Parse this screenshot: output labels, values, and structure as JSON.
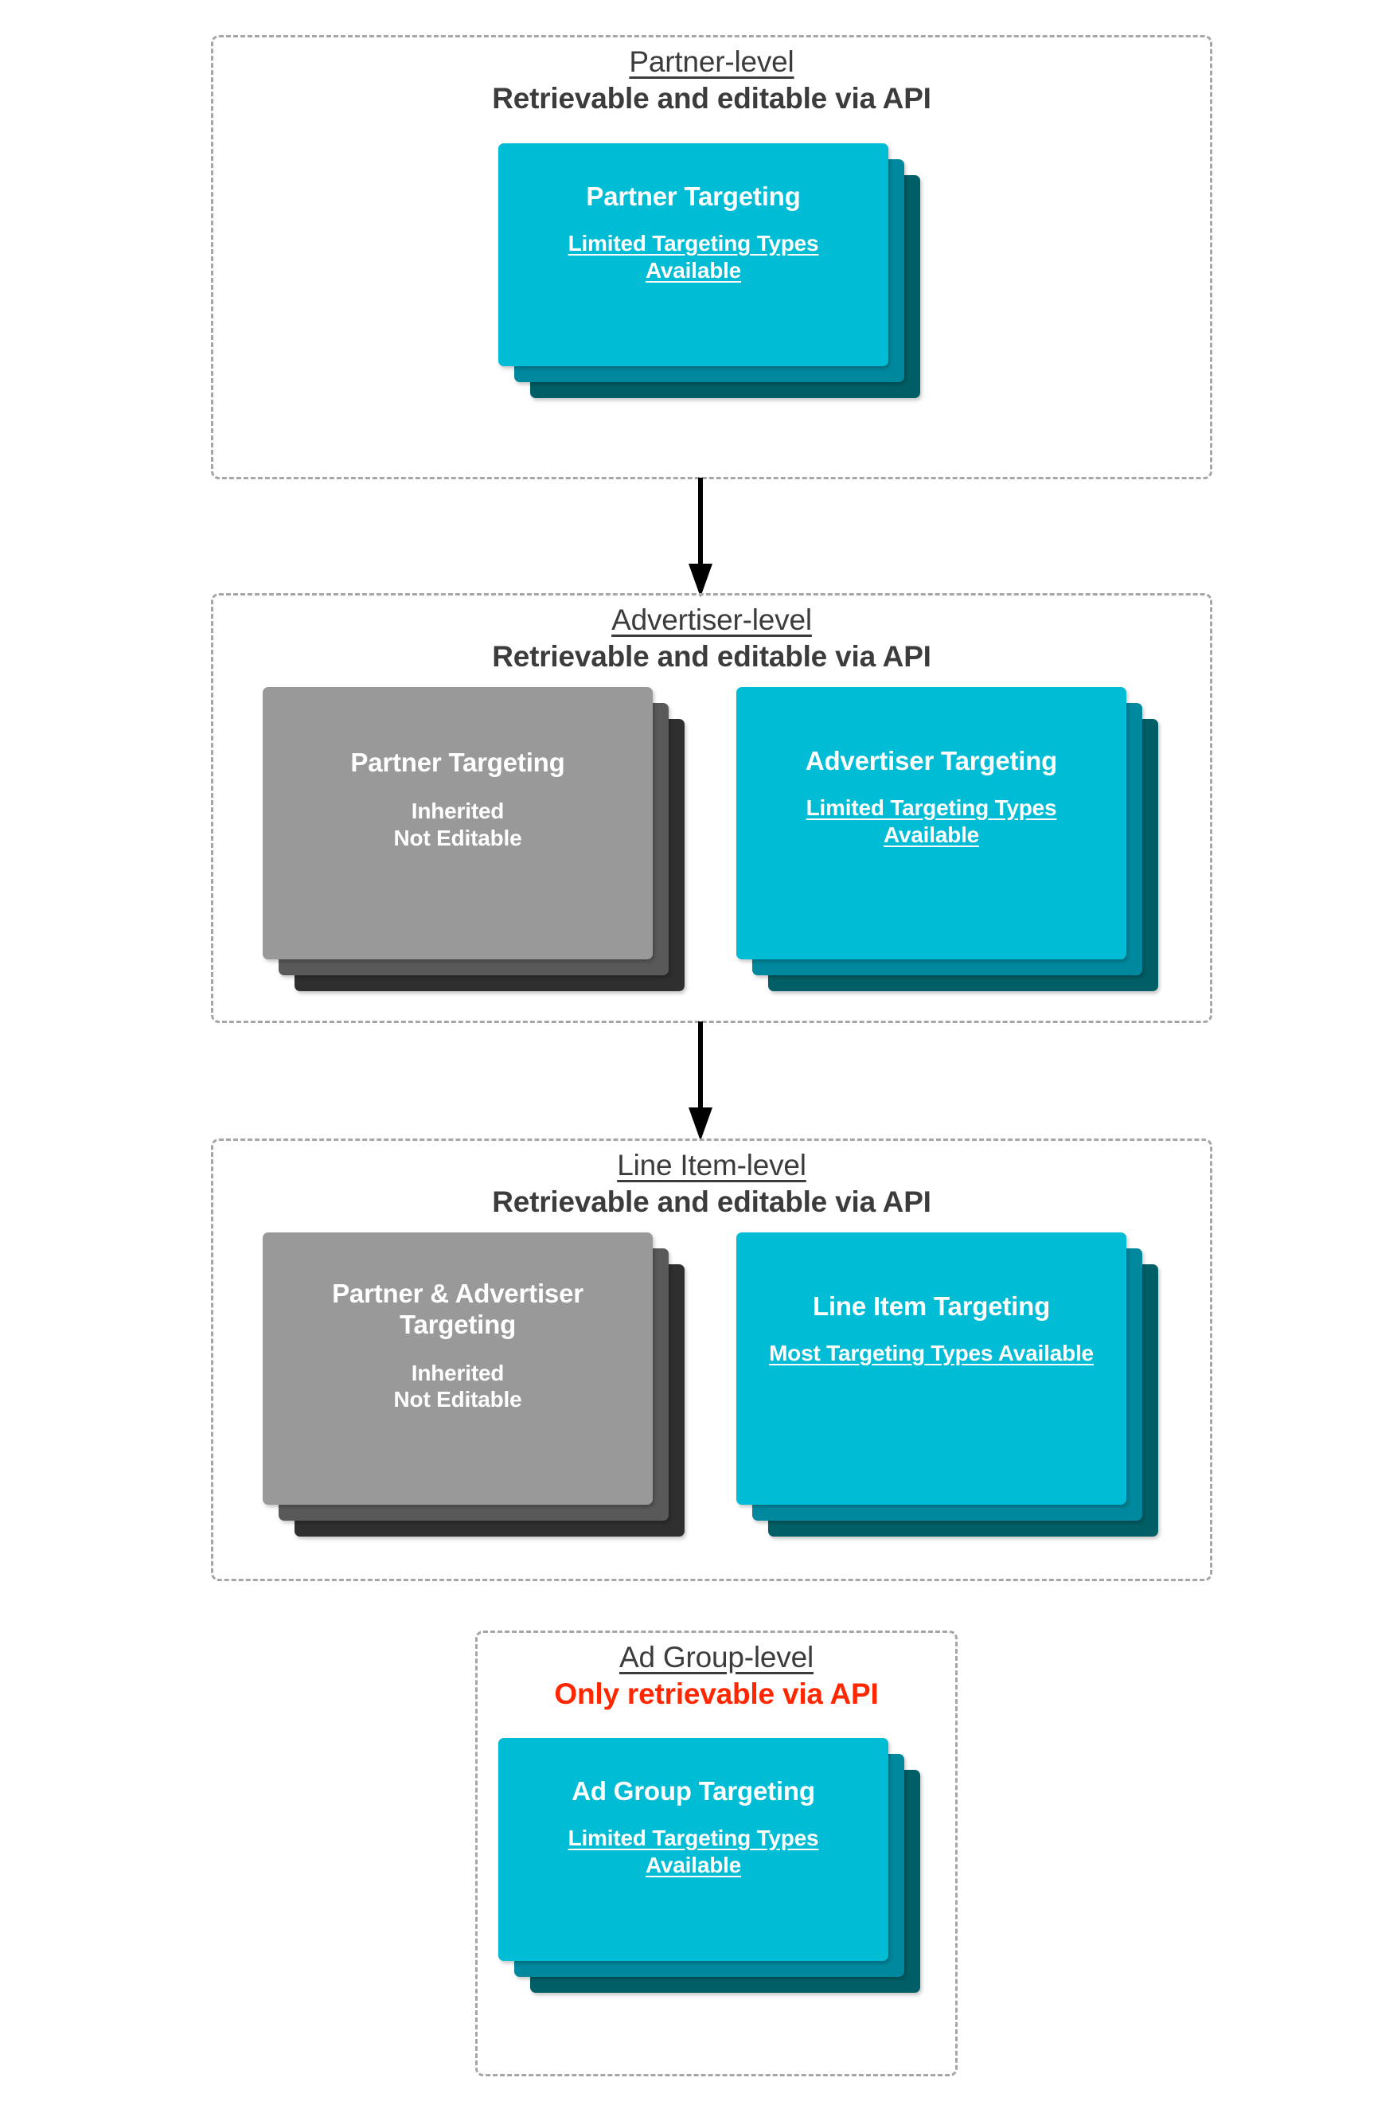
{
  "diagram": {
    "title_present": false,
    "colors": {
      "card_front_cyan": "#00bcd4",
      "card_mid_cyan": "#00899e",
      "card_back_cyan": "#005f66",
      "card_front_gray": "#999999",
      "card_mid_gray": "#595959",
      "card_back_gray": "#2f2f2f",
      "heading_text": "#3c3c3c",
      "alert_text": "#ff2600",
      "dashed_border": "#a6a6a6",
      "arrow": "#000000",
      "background": "#ffffff"
    }
  },
  "levels": [
    {
      "id": "partner-level",
      "heading_line1": "Partner-level",
      "heading_line2": "Retrievable and editable via API",
      "heading_alert": false,
      "cards": [
        {
          "id": "partner-targeting",
          "title": "Partner Targeting",
          "subtitle": "Limited Targeting Types Available",
          "subtitle_underlined": true,
          "variant": "cyan"
        }
      ]
    },
    {
      "id": "advertiser-level",
      "heading_line1": "Advertiser-level",
      "heading_line2": "Retrievable and editable via API",
      "heading_alert": false,
      "cards": [
        {
          "id": "partner-targeting-inherited",
          "title": "Partner Targeting",
          "subtitle": "Inherited\nNot Editable",
          "subtitle_underlined": false,
          "variant": "gray"
        },
        {
          "id": "advertiser-targeting",
          "title": "Advertiser Targeting",
          "subtitle": "Limited Targeting Types Available",
          "subtitle_underlined": true,
          "variant": "cyan"
        }
      ]
    },
    {
      "id": "line-item-level",
      "heading_line1": "Line Item-level",
      "heading_line2": "Retrievable and editable via API",
      "heading_alert": false,
      "cards": [
        {
          "id": "partner-advertiser-targeting-inherited",
          "title": "Partner & Advertiser Targeting",
          "subtitle": "Inherited\nNot Editable",
          "subtitle_underlined": false,
          "variant": "gray"
        },
        {
          "id": "line-item-targeting",
          "title": "Line Item Targeting",
          "subtitle": "Most Targeting Types Available",
          "subtitle_underlined": true,
          "variant": "cyan"
        }
      ]
    },
    {
      "id": "ad-group-level",
      "heading_line1": "Ad Group-level",
      "heading_line2": "Only retrievable via API",
      "heading_alert": true,
      "cards": [
        {
          "id": "ad-group-targeting",
          "title": "Ad Group Targeting",
          "subtitle": "Limited Targeting Types Available",
          "subtitle_underlined": true,
          "variant": "cyan"
        }
      ]
    }
  ],
  "connectors": [
    {
      "id": "arrow-partner-to-advertiser",
      "from": "partner-level",
      "to": "advertiser-level"
    },
    {
      "id": "arrow-advertiser-to-line-item",
      "from": "advertiser-level",
      "to": "line-item-level"
    }
  ]
}
